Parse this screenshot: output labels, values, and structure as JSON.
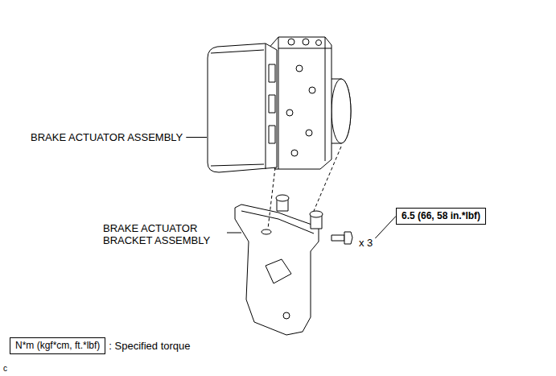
{
  "diagram": {
    "nodes": [
      {
        "text": [
          "6.5 (66, 58 in.*lbf)"
        ]
      },
      {
        "text": [
          "N*m (kgf*cm, ft.*lbf)"
        ]
      }
    ],
    "labels": [
      "BRAKE ACTUATOR ASSEMBLY",
      "BRAKE ACTUATOR BRACKET ASSEMBLY",
      "x 3",
      ": Specified torque",
      "c"
    ]
  }
}
